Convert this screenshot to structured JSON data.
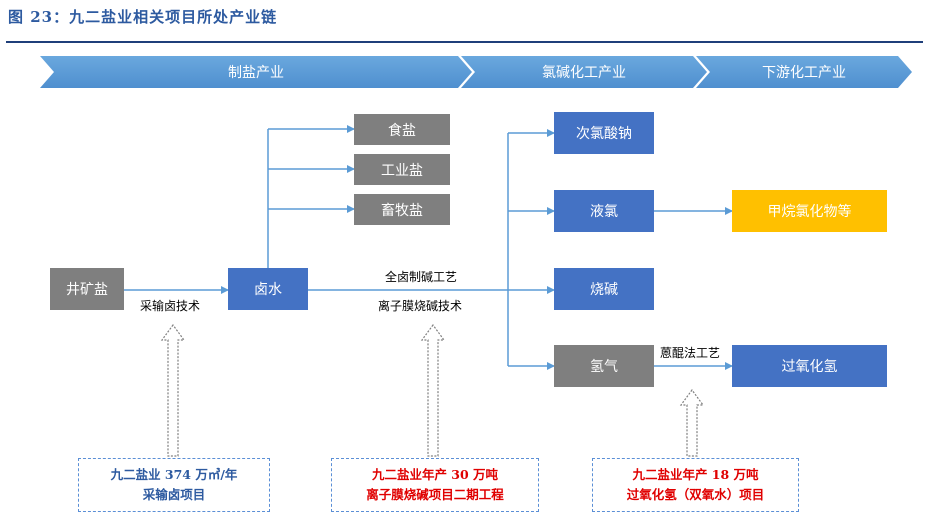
{
  "title": "图 23：九二盐业相关项目所处产业链",
  "stages": [
    "制盐产业",
    "氯碱化工产业",
    "下游化工产业"
  ],
  "nodes": {
    "well_salt": "井矿盐",
    "brine": "卤水",
    "edible_salt": "食盐",
    "industrial_salt": "工业盐",
    "livestock_salt": "畜牧盐",
    "sodium_hypochlorite": "次氯酸钠",
    "liquid_chlorine": "液氯",
    "methane_chloride": "甲烷氯化物等",
    "caustic_soda": "烧碱",
    "hydrogen": "氢气",
    "hydrogen_peroxide": "过氧化氢"
  },
  "edge_labels": {
    "brine_extraction": "采输卤技术",
    "full_brine_process": "全卤制碱工艺",
    "membrane_tech": "离子膜烧碱技术",
    "anthraquinone": "蒽醌法工艺"
  },
  "projects": [
    {
      "line1": "九二盐业 374 万㎥/年",
      "line2": "采输卤项目"
    },
    {
      "line1": "九二盐业年产 30 万吨",
      "line2": "离子膜烧碱项目二期工程"
    },
    {
      "line1": "九二盐业年产 18 万吨",
      "line2": "过氧化氢（双氧水）项目"
    }
  ],
  "colors": {
    "arrow_bar": "#5b9bd5",
    "node_gray": "#7f7f7f",
    "node_blue": "#4472c4",
    "node_gold": "#ffc000",
    "project_red": "#e00000"
  }
}
